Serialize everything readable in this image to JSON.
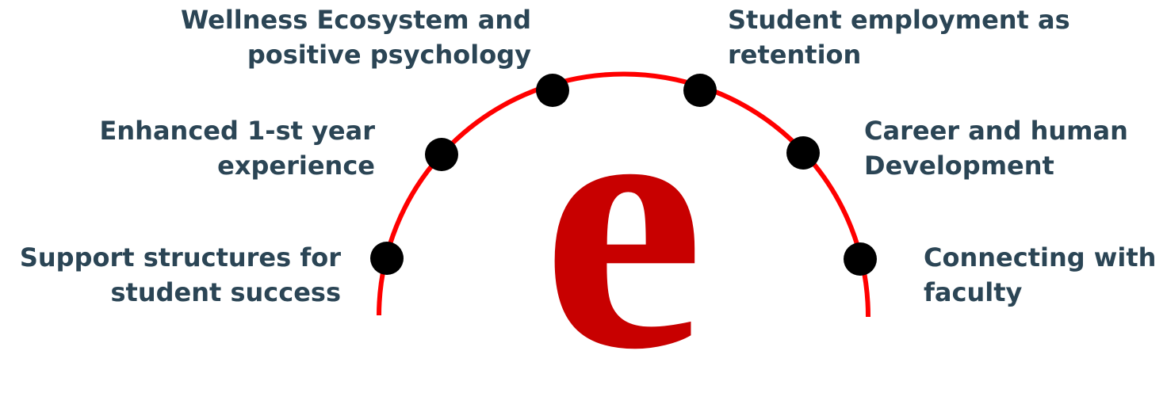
{
  "colors": {
    "arc": "#ff0000",
    "logo": "#c80000",
    "dot": "#000000",
    "text": "#2b4555"
  },
  "logo": {
    "letter": "e"
  },
  "labels": {
    "wellness": {
      "line1": "Wellness Ecosystem and",
      "line2": "positive psychology"
    },
    "employment": {
      "line1": "Student employment as",
      "line2": "retention"
    },
    "enhanced": {
      "line1": "Enhanced 1-st year",
      "line2": "experience"
    },
    "career": {
      "line1": "Career and human",
      "line2": "Development"
    },
    "support": {
      "line1": "Support structures for",
      "line2": "student success"
    },
    "connecting": {
      "line1": "Connecting with",
      "line2": "faculty"
    }
  }
}
